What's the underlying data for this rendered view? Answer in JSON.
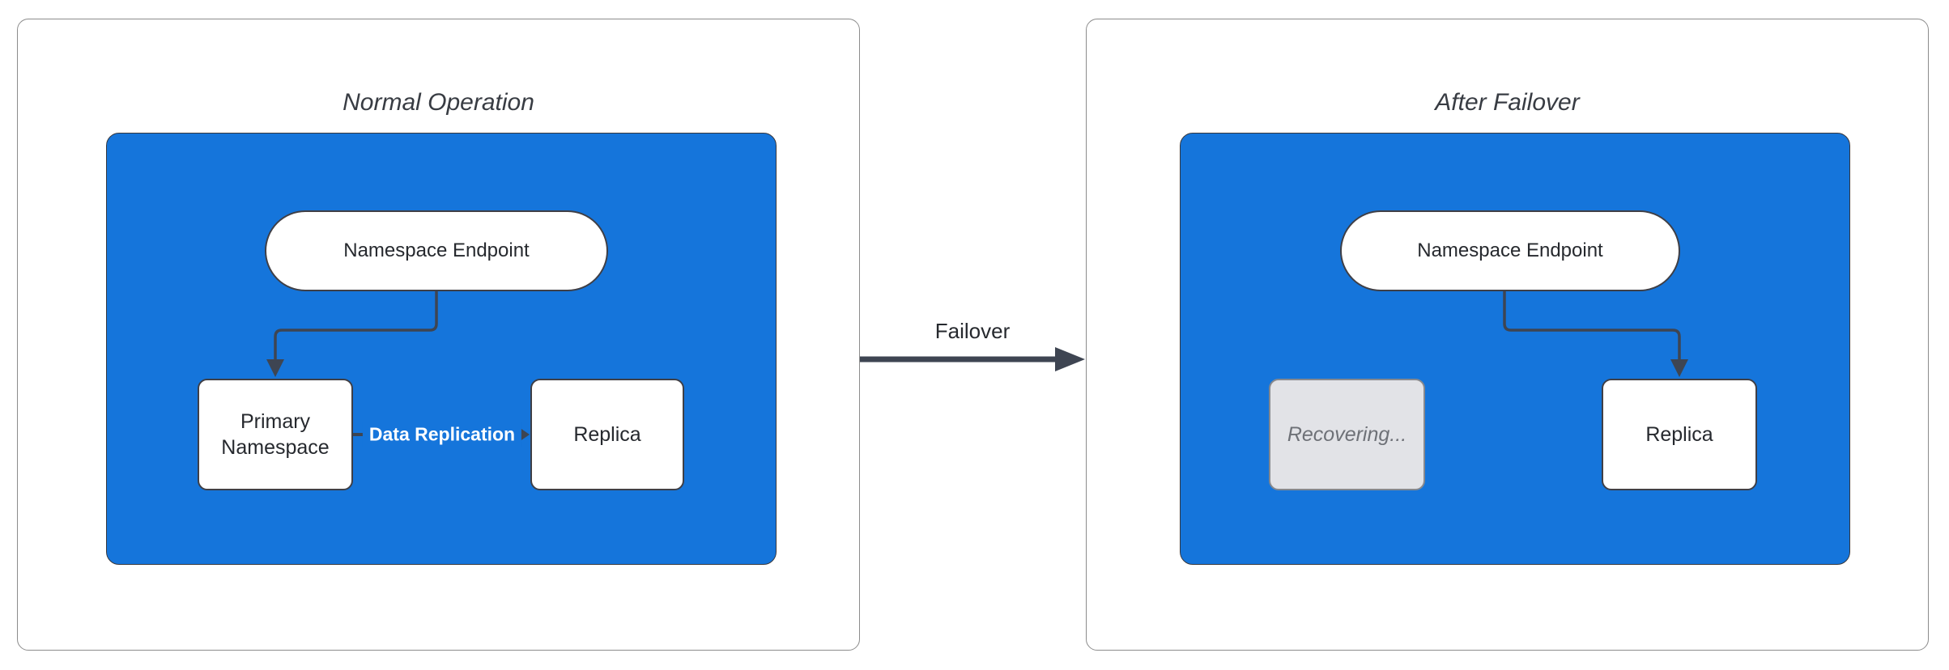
{
  "colors": {
    "container_fill": "#1575DB",
    "connector": "#3E4552",
    "node_border": "#3F3F46",
    "panel_border": "#8C8C8C",
    "cluster_border": "#38383D",
    "title_text": "#383C43",
    "text_dark": "#26292E",
    "recovering_fill": "#E2E3E7",
    "recovering_border": "#87898E",
    "recovering_text": "#6E7177"
  },
  "panels": [
    {
      "title": "Normal Operation",
      "endpoint_node": "Namespace Endpoint",
      "primary_node": "Primary Namespace",
      "replica_node": "Replica",
      "replication_label": "Data Replication"
    },
    {
      "title": "After Failover",
      "endpoint_node": "Namespace Endpoint",
      "recovering_node": "Recovering...",
      "replica_node": "Replica"
    }
  ],
  "transition": {
    "label": "Failover"
  }
}
